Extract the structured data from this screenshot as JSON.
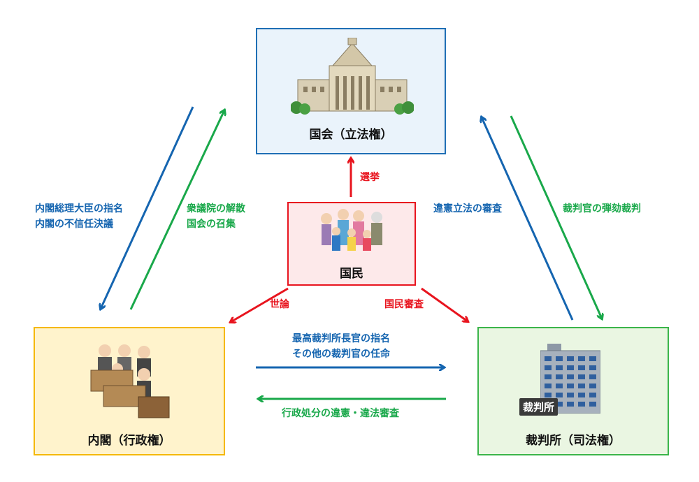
{
  "nodes": {
    "diet": {
      "title": "国会（立法権）",
      "fill": "#eaf3fb",
      "border": "#1f6fb5"
    },
    "people": {
      "title": "国民",
      "fill": "#fde9ea",
      "border": "#e8141e"
    },
    "cabinet": {
      "title": "内閣（行政権）",
      "fill": "#fff3cc",
      "border": "#f5b800"
    },
    "court": {
      "title": "裁判所（司法権）",
      "fill": "#eaf6e2",
      "border": "#3bb54a",
      "sign": "裁判所"
    }
  },
  "edges": {
    "diet_to_cabinet": [
      "内閣総理大臣の指名",
      "内閣の不信任決議"
    ],
    "cabinet_to_diet": [
      "衆議院の解散",
      "国会の召集"
    ],
    "court_to_diet": [
      "違憲立法の審査"
    ],
    "diet_to_court": [
      "裁判官の弾劾裁判"
    ],
    "people_to_diet": [
      "選挙"
    ],
    "people_to_cabinet": [
      "世論"
    ],
    "people_to_court": [
      "国民審査"
    ],
    "cabinet_to_court": [
      "最高裁判所長官の指名",
      "その他の裁判官の任命"
    ],
    "court_to_cabinet": [
      "行政処分の違憲・違法審査"
    ]
  },
  "colors": {
    "blue": "#1565b0",
    "green": "#19a84a",
    "red": "#e8141e"
  }
}
